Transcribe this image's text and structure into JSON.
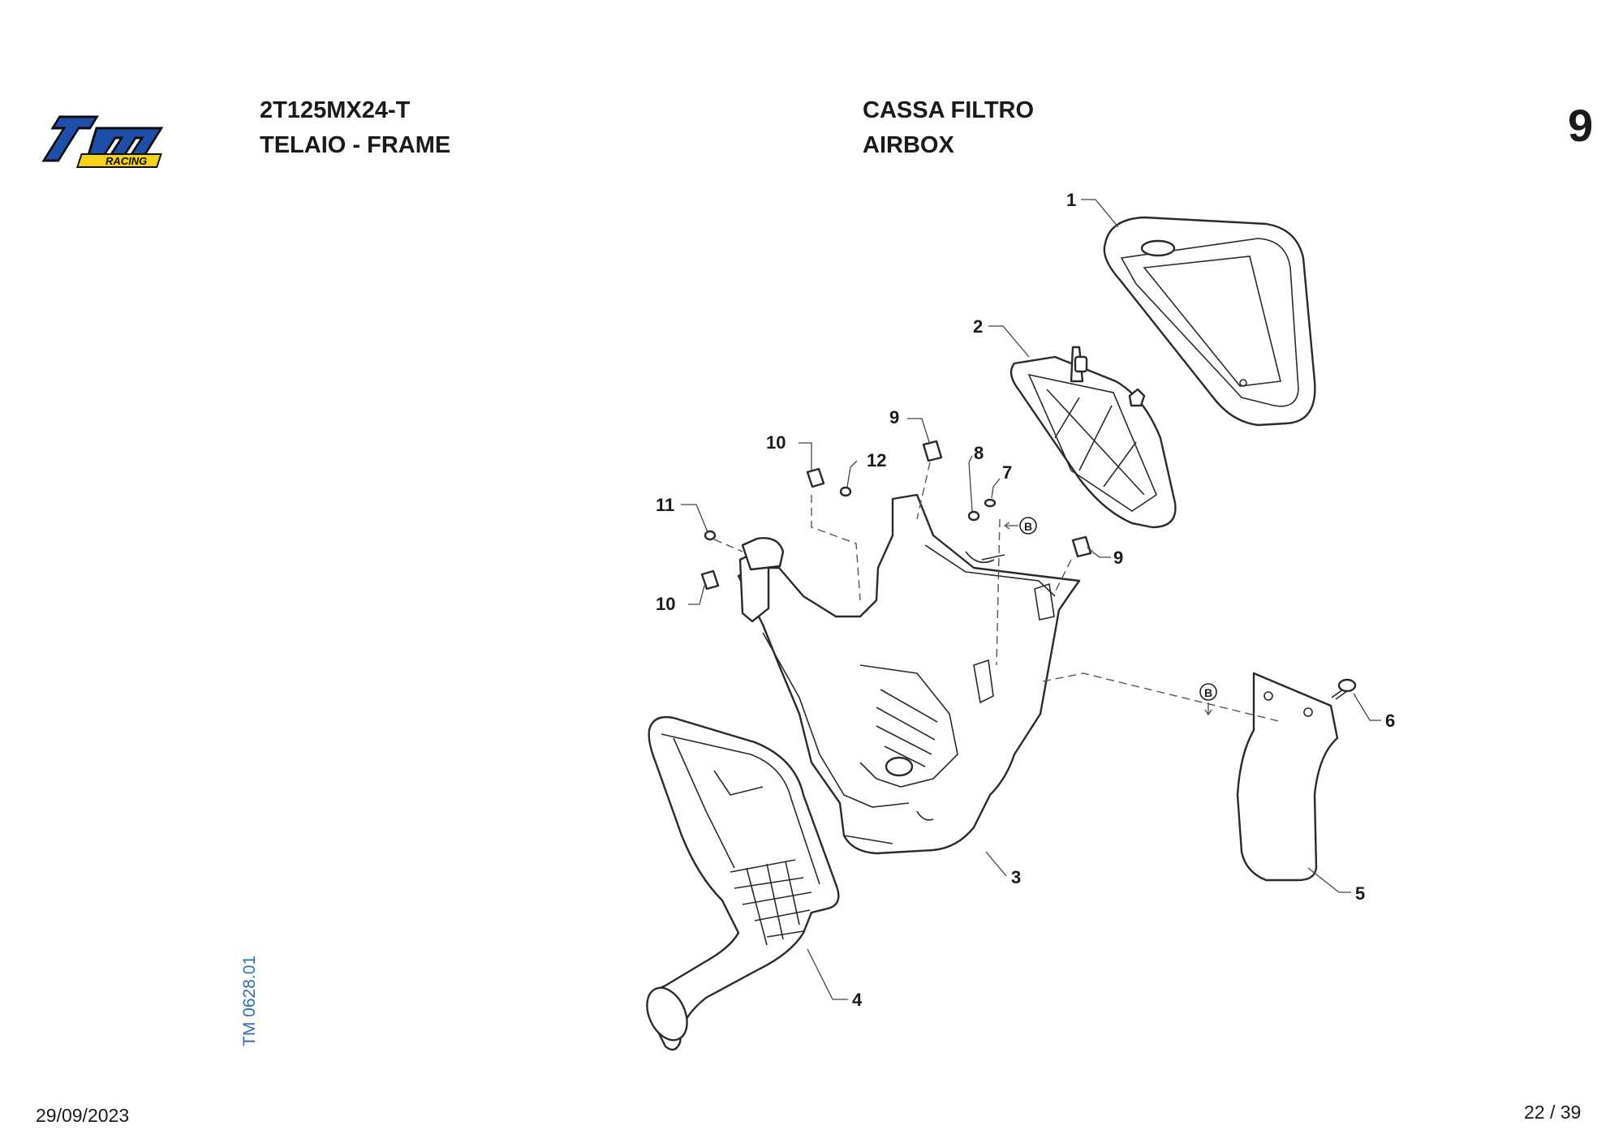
{
  "header": {
    "model_code": "2T125MX24-T",
    "group_title": "TELAIO - FRAME",
    "section_title_it": "CASSA FILTRO",
    "section_title_en": "AIRBOX",
    "page_number": "9"
  },
  "logo": {
    "brand": "tm",
    "sub": "RACING",
    "colors": {
      "primary": "#1f4fa8",
      "accent": "#f2d21b",
      "outline": "#0d0d0d"
    }
  },
  "footer": {
    "date": "29/09/2023",
    "page": "22 / 39"
  },
  "drawing_code": "TM 0628.01",
  "callouts": [
    "1",
    "2",
    "3",
    "4",
    "5",
    "6",
    "7",
    "8",
    "9",
    "9",
    "10",
    "10",
    "11",
    "12"
  ],
  "reference_marks": [
    "B",
    "B"
  ],
  "colors": {
    "ink": "#1a1a1a",
    "code_blue": "#2c6fb5"
  }
}
